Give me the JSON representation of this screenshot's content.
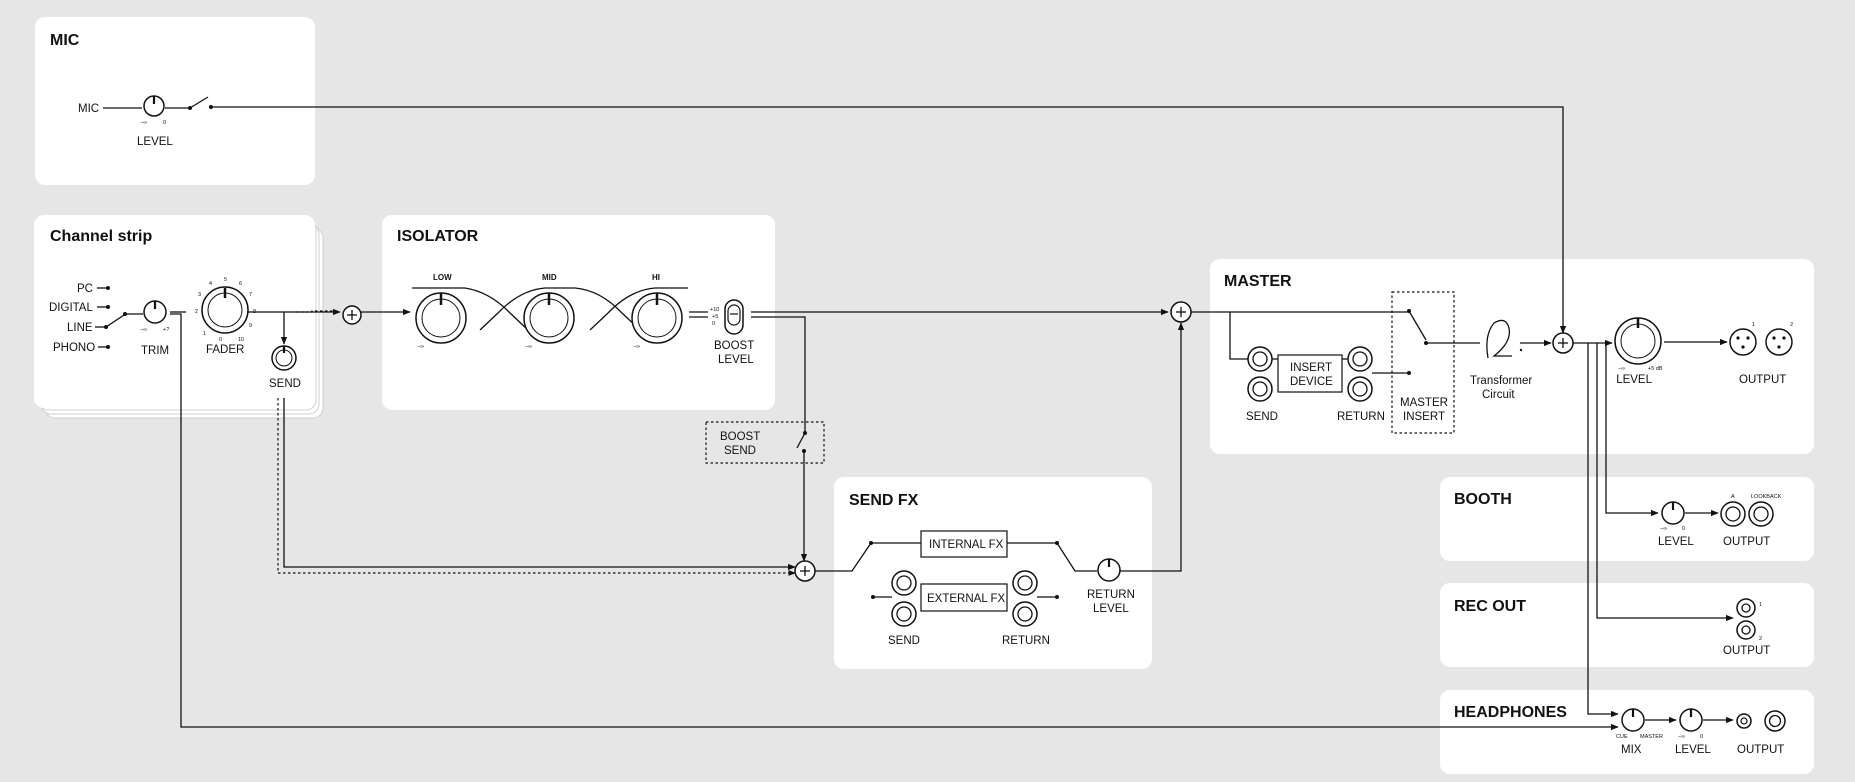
{
  "panels": {
    "mic": "MIC",
    "channel": "Channel strip",
    "isolator": "ISOLATOR",
    "master": "MASTER",
    "sendfx": "SEND FX",
    "booth": "BOOTH",
    "recout": "REC OUT",
    "headphones": "HEADPHONES"
  },
  "mic": {
    "input": "MIC",
    "level": "LEVEL",
    "min": "−∞",
    "max": "0"
  },
  "channel": {
    "inputs": [
      "PC",
      "DIGITAL",
      "LINE",
      "PHONO"
    ],
    "trim": "TRIM",
    "trim_min": "−∞",
    "trim_max": "+?",
    "fader": "FADER",
    "fader_ticks": [
      "0",
      "1",
      "2",
      "3",
      "4",
      "5",
      "6",
      "7",
      "8",
      "9",
      "10"
    ],
    "send": "SEND"
  },
  "isolator": {
    "low": "LOW",
    "mid": "MID",
    "hi": "HI",
    "min": "−∞",
    "boost": "BOOST",
    "boost_level": "LEVEL",
    "sw_a": "+10",
    "sw_b": "+5",
    "sw_c": "0"
  },
  "boost_send": {
    "line1": "BOOST",
    "line2": "SEND"
  },
  "sendfx": {
    "internal": "INTERNAL FX",
    "external": "EXTERNAL FX",
    "send": "SEND",
    "return": "RETURN",
    "return_level": "RETURN",
    "return_level2": "LEVEL"
  },
  "master": {
    "insert1": "INSERT",
    "insert2": "DEVICE",
    "send": "SEND",
    "return": "RETURN",
    "mi1": "MASTER",
    "mi2": "INSERT",
    "tr1": "Transformer",
    "tr2": "Circuit",
    "level": "LEVEL",
    "output": "OUTPUT",
    "min": "−∞",
    "max": "+5 dB",
    "ch1": "1",
    "ch2": "2"
  },
  "booth": {
    "level": "LEVEL",
    "output": "OUTPUT",
    "min": "−∞",
    "max": "0",
    "a": "A",
    "b": "LOOKBACK"
  },
  "recout": {
    "output": "OUTPUT",
    "ch1": "1",
    "ch2": "2"
  },
  "headphones": {
    "mix": "MIX",
    "level": "LEVEL",
    "output": "OUTPUT",
    "cue": "CUE",
    "master": "MASTER",
    "min": "−∞",
    "max": "0"
  }
}
